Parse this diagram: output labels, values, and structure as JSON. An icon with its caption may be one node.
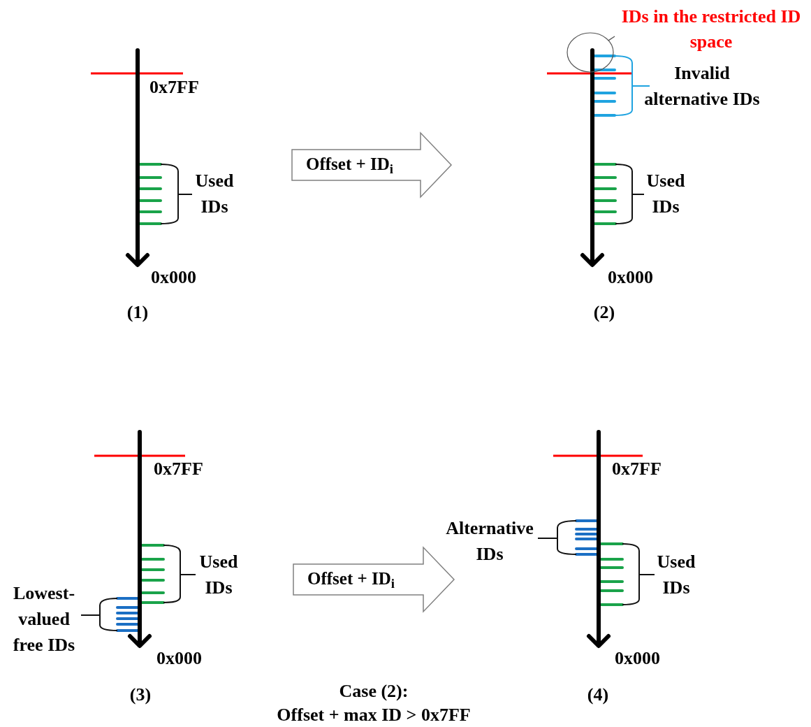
{
  "diagram": {
    "nodes": [
      {
        "text": [
          "IDs in the restricted ID space"
        ]
      },
      {
        "text": [],
        "shape": "circle"
      },
      {
        "text": [
          "Offset + ID$_{i}$"
        ]
      },
      {
        "text": [
          "Offset + ID$_{i}$"
        ]
      }
    ],
    "edges": [
      {
        "from": 0,
        "to": 1,
        "arrow": "none"
      }
    ],
    "labels": [
      "0x7FF",
      "Used IDs",
      "0x000",
      "(1)",
      "Invalid alternative IDs",
      "Used IDs",
      "0x000",
      "(2)",
      "0x7FF",
      "Used IDs",
      "Lowest-valued free IDs",
      "0x000",
      "(3)",
      "0x7FF",
      "Alternative IDs",
      "Used IDs",
      "0x000",
      "(4)",
      "Case (2):",
      "Offset + max ID > 0x7FF"
    ]
  }
}
